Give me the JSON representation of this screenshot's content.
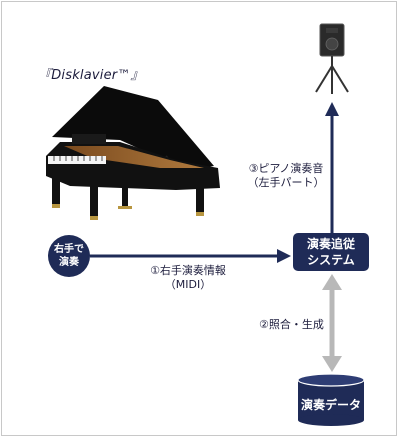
{
  "title": "『Disklavier™』",
  "right_hand": {
    "line1": "右手で",
    "line2": "演奏"
  },
  "system": {
    "line1": "演奏追従",
    "line2": "システム"
  },
  "arrow1": {
    "line1": "①右手演奏情報",
    "line2": "（MIDI）"
  },
  "arrow3": {
    "line1": "③ピアノ演奏音",
    "line2": "（左手パート）"
  },
  "arrow2": {
    "line1": "②照合・生成"
  },
  "database": {
    "label": "演奏データ"
  },
  "icons": [
    "grand-piano-icon",
    "speaker-icon",
    "database-icon"
  ],
  "colors": {
    "navy": "#1f2b57",
    "arrow_gray": "#b8b8b8"
  }
}
